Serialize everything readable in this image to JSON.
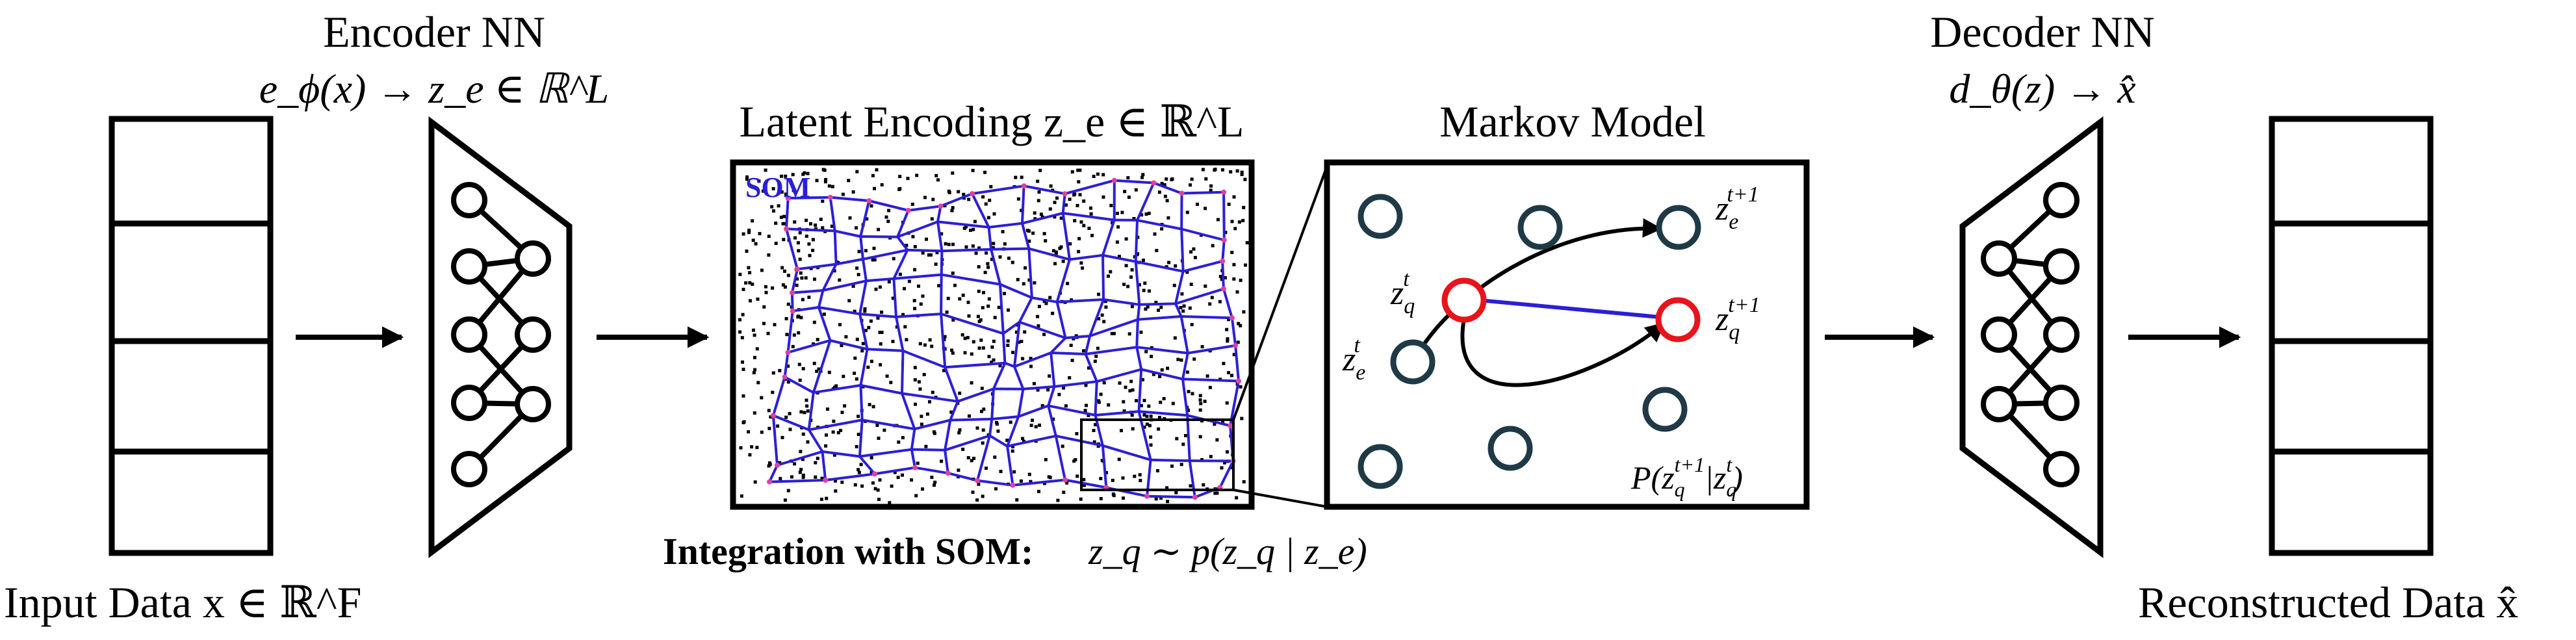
{
  "input": {
    "label": "Input Data x ∈ ℝ^F"
  },
  "encoder": {
    "title": "Encoder NN",
    "formula": "e_ϕ(x) → z_e ∈ ℝ^L"
  },
  "latent": {
    "title": "Latent Encoding z_e ∈ ℝ^L",
    "som_tag": "SOM",
    "caption_bold": "Integration with SOM:",
    "caption_math": "z_q ∼ p(z_q | z_e)"
  },
  "markov": {
    "title": "Markov Model",
    "labels": {
      "zq_t": "z_q^t",
      "ze_t": "z_e^t",
      "ze_t1": "z_e^{t+1}",
      "zq_t1": "z_q^{t+1}",
      "prob": "P(z_q^{t+1}|z_q^t)"
    }
  },
  "decoder": {
    "title": "Decoder NN",
    "formula": "d_θ(z) → x̂"
  },
  "output": {
    "label": "Reconstructed Data x̂"
  },
  "colors": {
    "som_grid": "#2b1fd6",
    "som_node": "#e040a0",
    "quantized_node": "#e8141b",
    "markov_node": "#1f3a46",
    "transition_line": "#2b1fd6"
  }
}
